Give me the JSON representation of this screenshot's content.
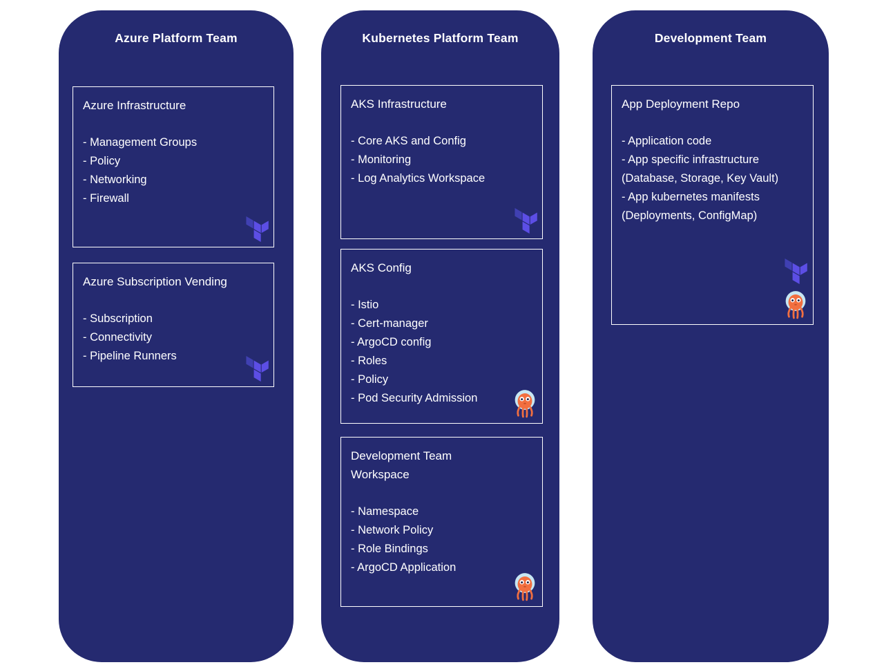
{
  "colors": {
    "background": "#ffffff",
    "panel": "#252a70",
    "box_border": "#ffffff",
    "text": "#ffffff",
    "terraform_dark": "#4040b2",
    "terraform_light": "#5c4ee5",
    "argo_orange": "#f26f40",
    "argo_helmet": "#c7e6f3"
  },
  "columns": [
    {
      "title": "Azure Platform Team",
      "boxes": [
        {
          "title": "Azure Infrastructure",
          "items": [
            "- Management Groups",
            "- Policy",
            "- Networking",
            "- Firewall"
          ],
          "icons": [
            "terraform-icon"
          ]
        },
        {
          "title": "Azure Subscription Vending",
          "items": [
            "- Subscription",
            "- Connectivity",
            "- Pipeline Runners"
          ],
          "icons": [
            "terraform-icon"
          ]
        }
      ]
    },
    {
      "title": "Kubernetes Platform Team",
      "boxes": [
        {
          "title": "AKS Infrastructure",
          "items": [
            "- Core AKS and Config",
            "- Monitoring",
            "- Log Analytics Workspace"
          ],
          "icons": [
            "terraform-icon"
          ]
        },
        {
          "title": "AKS Config",
          "items": [
            "- Istio",
            "- Cert-manager",
            "- ArgoCD config",
            "- Roles",
            "- Policy",
            "- Pod Security Admission"
          ],
          "icons": [
            "argocd-icon"
          ]
        },
        {
          "title": "Development Team Workspace",
          "items": [
            "- Namespace",
            "- Network Policy",
            "- Role Bindings",
            "- ArgoCD Application"
          ],
          "icons": [
            "argocd-icon"
          ]
        }
      ]
    },
    {
      "title": "Development Team",
      "boxes": [
        {
          "title": "App Deployment Repo",
          "items": [
            "- Application code",
            "- App specific infrastructure (Database, Storage, Key Vault)",
            "- App kubernetes manifests (Deployments, ConfigMap)"
          ],
          "icons": [
            "terraform-icon",
            "argocd-icon"
          ]
        }
      ]
    }
  ]
}
